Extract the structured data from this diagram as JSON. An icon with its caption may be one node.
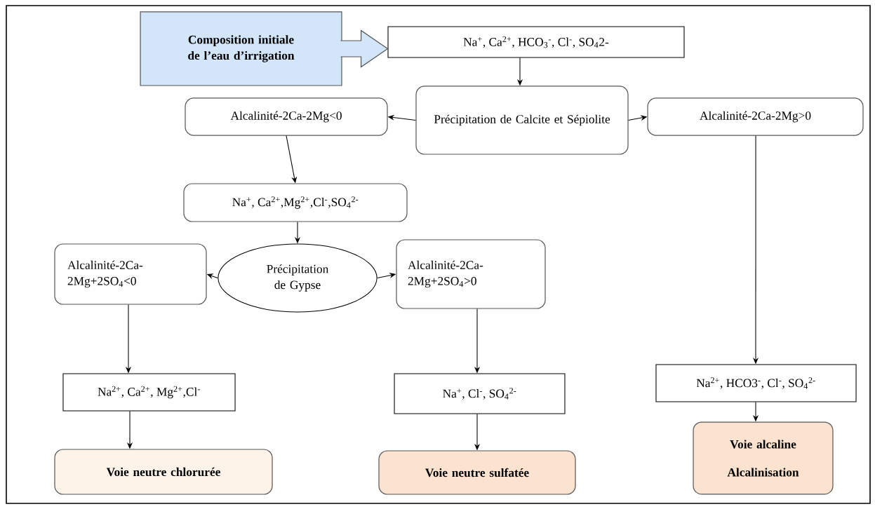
{
  "diagram": {
    "nodes": [
      {
        "text": [
          "Composition initiale de l’eau d’irrigation"
        ]
      },
      {
        "text": [
          "Na$^{+}$, Ca$^{2+}$, HCO$_{3}$$^{-}$, Cl$^{-}$, SO$_{4}$2-"
        ]
      },
      {
        "text": [
          "Précipitation de Calcite et Sépiolite"
        ]
      },
      {
        "text": [
          "Alcalinité-2Ca-2Mg<0"
        ]
      },
      {
        "text": [
          "Alcalinité-2Ca-2Mg>0"
        ]
      },
      {
        "text": [
          "Na$^{+}$, Ca$^{2+}$,Mg$^{2+}$,Cl$^{-}$,SO$_{4}$$^{2-}$"
        ]
      },
      {
        "text": [
          "Précipitation de Gypse"
        ]
      },
      {
        "text": [
          "Alcalinité-2Ca- 2Mg+2SO$_{4}$<0"
        ]
      },
      {
        "text": [
          "Alcalinité-2Ca- 2Mg+2SO$_{4}$>0"
        ]
      },
      {
        "text": [
          "Na$^{2+}$, Ca$^{2+}$, Mg$^{2+}$,Cl$^{-}$"
        ]
      },
      {
        "text": [
          "Na$^{+}$, Cl$^{-}$, SO$_{4}$$^{2-}$"
        ]
      },
      {
        "text": [
          "Na$^{2+}$, HCO3$^{-}$, Cl$^{-}$, SO$_{4}$$^{2-}$"
        ]
      },
      {
        "text": [
          "Voie neutre chlorurée"
        ]
      },
      {
        "text": [
          "Voie neutre sulfatée"
        ]
      },
      {
        "text": [
          "Voie alcaline Alcalinisation"
        ]
      }
    ],
    "edges": [
      {
        "from": 0,
        "to": 1,
        "arrow": "to"
      },
      {
        "from": 1,
        "to": 2,
        "arrow": "to"
      },
      {
        "from": 2,
        "to": 3,
        "arrow": "to"
      },
      {
        "from": 2,
        "to": 4,
        "arrow": "to"
      },
      {
        "from": 3,
        "to": 5,
        "arrow": "to"
      },
      {
        "from": 5,
        "to": 6,
        "arrow": "to"
      },
      {
        "from": 6,
        "to": 7,
        "arrow": "to"
      },
      {
        "from": 6,
        "to": 8,
        "arrow": "to"
      },
      {
        "from": 7,
        "to": 9,
        "arrow": "to"
      },
      {
        "from": 8,
        "to": 10,
        "arrow": "to"
      },
      {
        "from": 4,
        "to": 11,
        "arrow": "to"
      },
      {
        "from": 9,
        "to": 12,
        "arrow": "to"
      },
      {
        "from": 10,
        "to": 13,
        "arrow": "to"
      },
      {
        "from": 11,
        "to": 14,
        "arrow": "to"
      }
    ]
  }
}
